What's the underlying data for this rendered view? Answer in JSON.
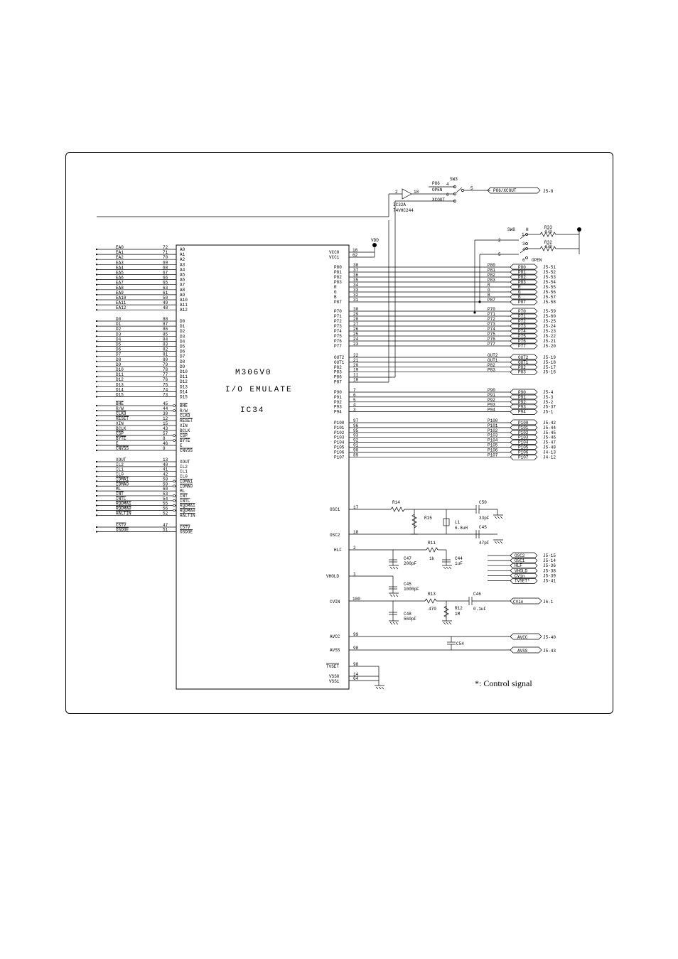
{
  "chip": {
    "name_line1": "M306V0",
    "name_line2": "I/O EMULATE",
    "designator": "IC34"
  },
  "footnote": "*: Control signal",
  "left_signals": [
    {
      "net": "EA0",
      "pin": "72",
      "port": "A0"
    },
    {
      "net": "EA1",
      "pin": "71",
      "port": "A1"
    },
    {
      "net": "EA2",
      "pin": "70",
      "port": "A2"
    },
    {
      "net": "EA3",
      "pin": "69",
      "port": "A3"
    },
    {
      "net": "EA4",
      "pin": "68",
      "port": "A4"
    },
    {
      "net": "EA5",
      "pin": "67",
      "port": "A5"
    },
    {
      "net": "EA6",
      "pin": "66",
      "port": "A6"
    },
    {
      "net": "EA7",
      "pin": "65",
      "port": "A7"
    },
    {
      "net": "EA8",
      "pin": "63",
      "port": "A8"
    },
    {
      "net": "EA9",
      "pin": "61",
      "port": "A9"
    },
    {
      "net": "EA10",
      "pin": "50",
      "port": "A10"
    },
    {
      "net": "EA11",
      "pin": "49",
      "port": "A11"
    },
    {
      "net": "EA12",
      "pin": "48",
      "port": "A12"
    },
    {
      "net": "D0",
      "pin": "88",
      "port": "D0"
    },
    {
      "net": "D1",
      "pin": "87",
      "port": "D1"
    },
    {
      "net": "D2",
      "pin": "86",
      "port": "D2"
    },
    {
      "net": "D3",
      "pin": "85",
      "port": "D3"
    },
    {
      "net": "D4",
      "pin": "84",
      "port": "D4"
    },
    {
      "net": "D5",
      "pin": "83",
      "port": "D5"
    },
    {
      "net": "D6",
      "pin": "82",
      "port": "D6"
    },
    {
      "net": "D7",
      "pin": "81",
      "port": "D7"
    },
    {
      "net": "D8",
      "pin": "80",
      "port": "D8"
    },
    {
      "net": "D9",
      "pin": "79",
      "port": "D9"
    },
    {
      "net": "D10",
      "pin": "78",
      "port": "D10"
    },
    {
      "net": "D11",
      "pin": "77",
      "port": "D11"
    },
    {
      "net": "D12",
      "pin": "76",
      "port": "D12"
    },
    {
      "net": "D13",
      "pin": "75",
      "port": "D13"
    },
    {
      "net": "D14",
      "pin": "74",
      "port": "D14"
    },
    {
      "net": "D15",
      "pin": "73",
      "port": "D15"
    },
    {
      "net": "BHE",
      "pin": "45",
      "port": "BHE"
    },
    {
      "net": "R/W",
      "pin": "44",
      "port": "R/W"
    },
    {
      "net": "CLKO",
      "pin": "39",
      "port": "CLKO"
    },
    {
      "net": "RESET",
      "pin": "12",
      "port": "RESET"
    },
    {
      "net": "XIN",
      "pin": "15",
      "port": "XIN"
    },
    {
      "net": "BCLK",
      "pin": "43",
      "port": "BCLK"
    },
    {
      "net": "CSP",
      "pin": "57",
      "port": "CSP"
    },
    {
      "net": "BYTE",
      "pin": "8",
      "port": "BYTE"
    },
    {
      "net": "E",
      "pin": "46",
      "port": "E"
    },
    {
      "net": "CNVSS",
      "pin": "9",
      "port": "CNVSS"
    },
    {
      "net": "XOUT",
      "pin": "13",
      "port": "XOUT"
    },
    {
      "net": "IL2",
      "pin": "40",
      "port": "IL2"
    },
    {
      "net": "IL1",
      "pin": "41",
      "port": "IL1"
    },
    {
      "net": "IL0",
      "pin": "42",
      "port": "IL0"
    },
    {
      "net": "IDMA1",
      "pin": "58",
      "port": "IDMA1"
    },
    {
      "net": "IDMA0",
      "pin": "59",
      "port": "IDMA0"
    },
    {
      "net": "ML",
      "pin": "60",
      "port": "ML"
    },
    {
      "net": "INT",
      "pin": "53",
      "port": "INT"
    },
    {
      "net": "INTL",
      "pin": "54",
      "port": "INTL"
    },
    {
      "net": "RQDMA1",
      "pin": "55",
      "port": "RQDMA1"
    },
    {
      "net": "RQDMA0",
      "pin": "56",
      "port": "RQDMA0"
    },
    {
      "net": "HALTIN",
      "pin": "52",
      "port": "HALTIN"
    },
    {
      "net": "CSTV",
      "pin": "47",
      "port": "CSTV"
    },
    {
      "net": "OSDOE",
      "pin": "51",
      "port": "OSDOE"
    }
  ],
  "right_ports": [
    {
      "port": "P80",
      "pin": "38",
      "net": "P80",
      "conn": "J5-51"
    },
    {
      "port": "P81",
      "pin": "37",
      "net": "P81",
      "conn": "J5-52"
    },
    {
      "port": "P82",
      "pin": "36",
      "net": "P82",
      "conn": "J5-53"
    },
    {
      "port": "P83",
      "pin": "35",
      "net": "P83",
      "conn": "J5-54"
    },
    {
      "port": "R",
      "pin": "34",
      "net": "R",
      "conn": "J5-55"
    },
    {
      "port": "G",
      "pin": "33",
      "net": "G",
      "conn": "J5-56"
    },
    {
      "port": "B",
      "pin": "32",
      "net": "B",
      "conn": "J5-57"
    },
    {
      "port": "P87",
      "pin": "31",
      "net": "P87",
      "conn": "J5-58"
    },
    {
      "port": "P70",
      "pin": "30",
      "net": "P70",
      "conn": "J5-59"
    },
    {
      "port": "P71",
      "pin": "29",
      "net": "P71",
      "conn": "J5-60"
    },
    {
      "port": "P72",
      "pin": "28",
      "net": "P72",
      "conn": "J5-25"
    },
    {
      "port": "P73",
      "pin": "27",
      "net": "P73",
      "conn": "J5-24"
    },
    {
      "port": "P74",
      "pin": "26",
      "net": "P74",
      "conn": "J5-23"
    },
    {
      "port": "P75",
      "pin": "25",
      "net": "P75",
      "conn": "J5-22"
    },
    {
      "port": "P76",
      "pin": "24",
      "net": "P76",
      "conn": "J5-21"
    },
    {
      "port": "P77",
      "pin": "23",
      "net": "P77",
      "conn": "J5-20"
    },
    {
      "port": "OUT2",
      "pin": "22",
      "net": "OUT2",
      "conn": "J5-19"
    },
    {
      "port": "OUT1",
      "pin": "21",
      "net": "OUT1",
      "conn": "J5-18"
    },
    {
      "port": "P82",
      "pin": "20",
      "net": "P82",
      "conn": "J5-17"
    },
    {
      "port": "P83",
      "pin": "19",
      "net": "P83",
      "conn": "J5-16"
    },
    {
      "port": "P86",
      "pin": "11",
      "net": "",
      "conn": ""
    },
    {
      "port": "P87",
      "pin": "10",
      "net": "",
      "conn": ""
    },
    {
      "port": "P90",
      "pin": "7",
      "net": "P90",
      "conn": "J5-4"
    },
    {
      "port": "P91",
      "pin": "6",
      "net": "P91",
      "conn": "J5-3"
    },
    {
      "port": "P92",
      "pin": "5",
      "net": "P92",
      "conn": "J5-2"
    },
    {
      "port": "P93",
      "pin": "4",
      "net": "P93",
      "conn": "J5-37"
    },
    {
      "port": "P94",
      "pin": "3",
      "net": "P94",
      "conn": "J5-1"
    },
    {
      "port": "P100",
      "pin": "97",
      "net": "P100",
      "conn": "J5-42"
    },
    {
      "port": "P101",
      "pin": "96",
      "net": "P101",
      "conn": "J5-44"
    },
    {
      "port": "P102",
      "pin": "95",
      "net": "P102",
      "conn": "J5-45"
    },
    {
      "port": "P103",
      "pin": "93",
      "net": "P103",
      "conn": "J5-46"
    },
    {
      "port": "P104",
      "pin": "92",
      "net": "P104",
      "conn": "J5-47"
    },
    {
      "port": "P105",
      "pin": "91",
      "net": "P105",
      "conn": "J5-48"
    },
    {
      "port": "P106",
      "pin": "90",
      "net": "P106",
      "conn": "J4-13"
    },
    {
      "port": "P107",
      "pin": "89",
      "net": "P107",
      "conn": "J4-12"
    }
  ],
  "power_top": [
    {
      "port": "VCC0",
      "pin": "16"
    },
    {
      "port": "VCC1",
      "pin": "62"
    }
  ],
  "vdd_label": "VDD",
  "bottom_ports": [
    {
      "port": "OSC1",
      "pin": "17"
    },
    {
      "port": "OSC2",
      "pin": "18"
    },
    {
      "port": "HLF",
      "pin": "2"
    },
    {
      "port": "VHOLD",
      "pin": "1"
    },
    {
      "port": "CVIN",
      "pin": "100"
    },
    {
      "port": "AVCC",
      "pin": "99"
    },
    {
      "port": "AVSS",
      "pin": "98"
    },
    {
      "port": "TVSET",
      "pin": "98"
    },
    {
      "port": "VSS0",
      "pin": "14"
    },
    {
      "port": "VSS1",
      "pin": "64"
    }
  ],
  "components": {
    "r14": "R14",
    "r15": "R15",
    "l1": "L1",
    "l1_val": "6.8uH",
    "c50": "C50",
    "c50_val": "33pF",
    "c45a": "C45",
    "c45a_val": "47pF",
    "r11": "R11",
    "r11_val": "1k",
    "c47": "C47",
    "c47_val": "200pF",
    "c44": "C44",
    "c44_val": "1uF",
    "c45b": "C45",
    "c45b_val": "1000pF",
    "r13": "R13",
    "r13_val": "470",
    "r12": "R12",
    "r12_val": "1M",
    "c46": "C46",
    "c46_val": "0.1uF",
    "c48": "C48",
    "c48_val": "560pF",
    "c54": "C54"
  },
  "osc_nets": [
    {
      "net": "OSC2",
      "conn": "J5-15"
    },
    {
      "net": "OSC1",
      "conn": "J5-14"
    },
    {
      "net": "HLF",
      "conn": "J5-36"
    },
    {
      "net": "VHOLD",
      "conn": "J5-38"
    },
    {
      "net": "CVin",
      "conn": "J5-39"
    },
    {
      "net": "TVSET*",
      "conn": "J5-41"
    }
  ],
  "cvin_net": {
    "net": "CVin",
    "conn": "J6-1"
  },
  "avcc_net": {
    "net": "AVCC",
    "conn": "J5-40"
  },
  "avss_net": {
    "net": "AVSS",
    "conn": "J5-43"
  },
  "sw3": {
    "label": "SW3",
    "p86": "P86",
    "open": "OPEN",
    "xcout": "XCOUT",
    "pin4": "4",
    "pin5": "5",
    "pin6": "6",
    "net": "P86/XCOUT",
    "conn": "J5-8",
    "buffer": "IC32A",
    "buffer_part": "74VHC244",
    "buf_in": "2",
    "buf_out": "18"
  },
  "sw8": {
    "label": "SW8",
    "h": "H",
    "open": "OPEN",
    "pin1": "1",
    "pin2": "2",
    "pin3": "3",
    "pin4": "4",
    "pin5": "5",
    "pin6": "6",
    "r33": "R33",
    "r33_val": "470",
    "r32": "R32",
    "r32_val": "470"
  }
}
